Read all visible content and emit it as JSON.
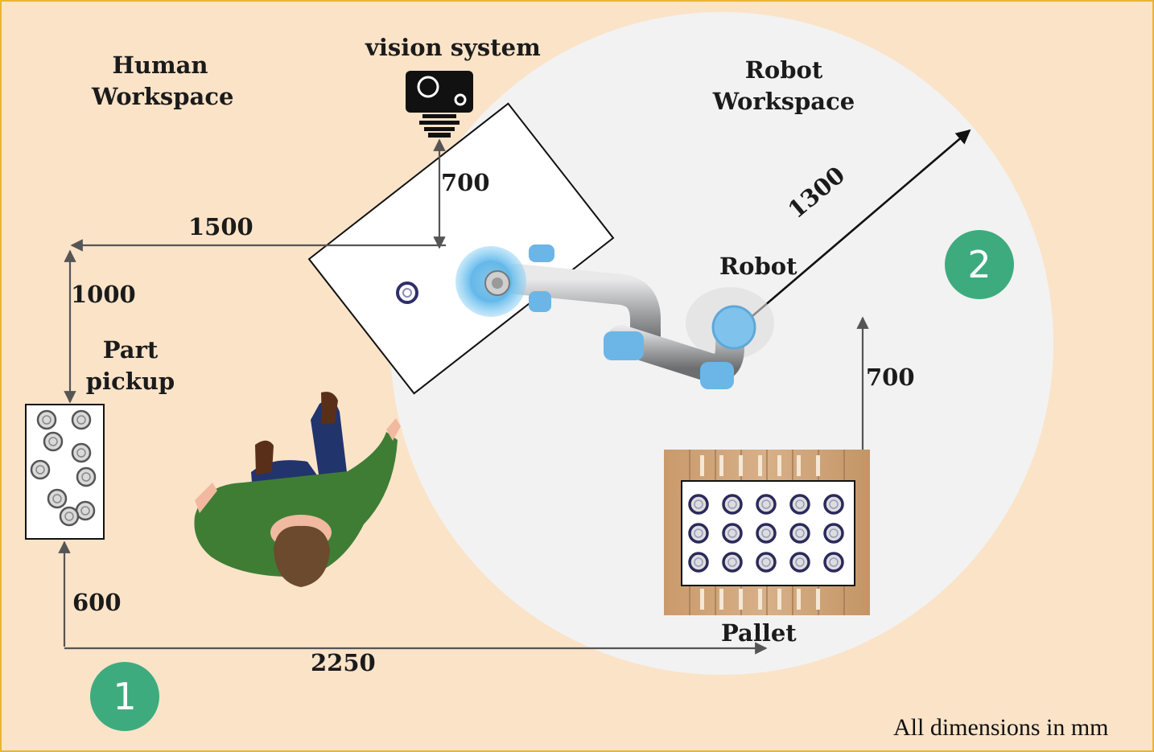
{
  "zones": {
    "human_workspace": {
      "line1": "Human",
      "line2": "Workspace"
    },
    "robot_workspace": {
      "line1": "Robot",
      "line2": "Workspace"
    }
  },
  "labels": {
    "vision_system": "vision system",
    "robot": "Robot",
    "part_pickup_line1": "Part",
    "part_pickup_line2": "pickup",
    "pallet": "Pallet"
  },
  "dimensions": {
    "vision_to_table": "700",
    "table_to_pickup_x": "1500",
    "pickup_to_table_y": "1000",
    "pickup_to_baseline": "600",
    "baseline_width": "2250",
    "robot_reach": "1300",
    "pallet_offset": "700"
  },
  "badges": {
    "human": "1",
    "robot": "2"
  },
  "note": "All dimensions in mm",
  "colors": {
    "background": "#fbe3c8",
    "border": "#e8b531",
    "robot_zone": "#f2f2f2",
    "badge": "#3eab7f",
    "robot_joint": "#6bb6e6",
    "shirt": "#3f7d35",
    "trousers": "#22346c",
    "pallet_wood": "#caa074"
  }
}
